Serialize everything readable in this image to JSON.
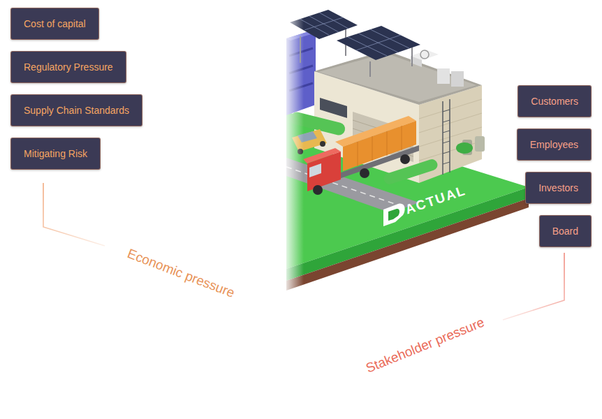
{
  "diagram": {
    "nodes": [
      {
        "text": [
          "Cost of capital"
        ]
      },
      {
        "text": [
          "Regulatory Pressure"
        ]
      },
      {
        "text": [
          "Supply Chain Standards"
        ]
      },
      {
        "text": [
          "Mitigating Risk"
        ]
      },
      {
        "text": [
          "Customers"
        ]
      },
      {
        "text": [
          "Employees"
        ]
      },
      {
        "text": [
          "Investors"
        ]
      },
      {
        "text": [
          "Board"
        ]
      }
    ],
    "labels": [
      "Economic pressure",
      "Stakeholder pressure",
      "ACTUAL"
    ]
  }
}
